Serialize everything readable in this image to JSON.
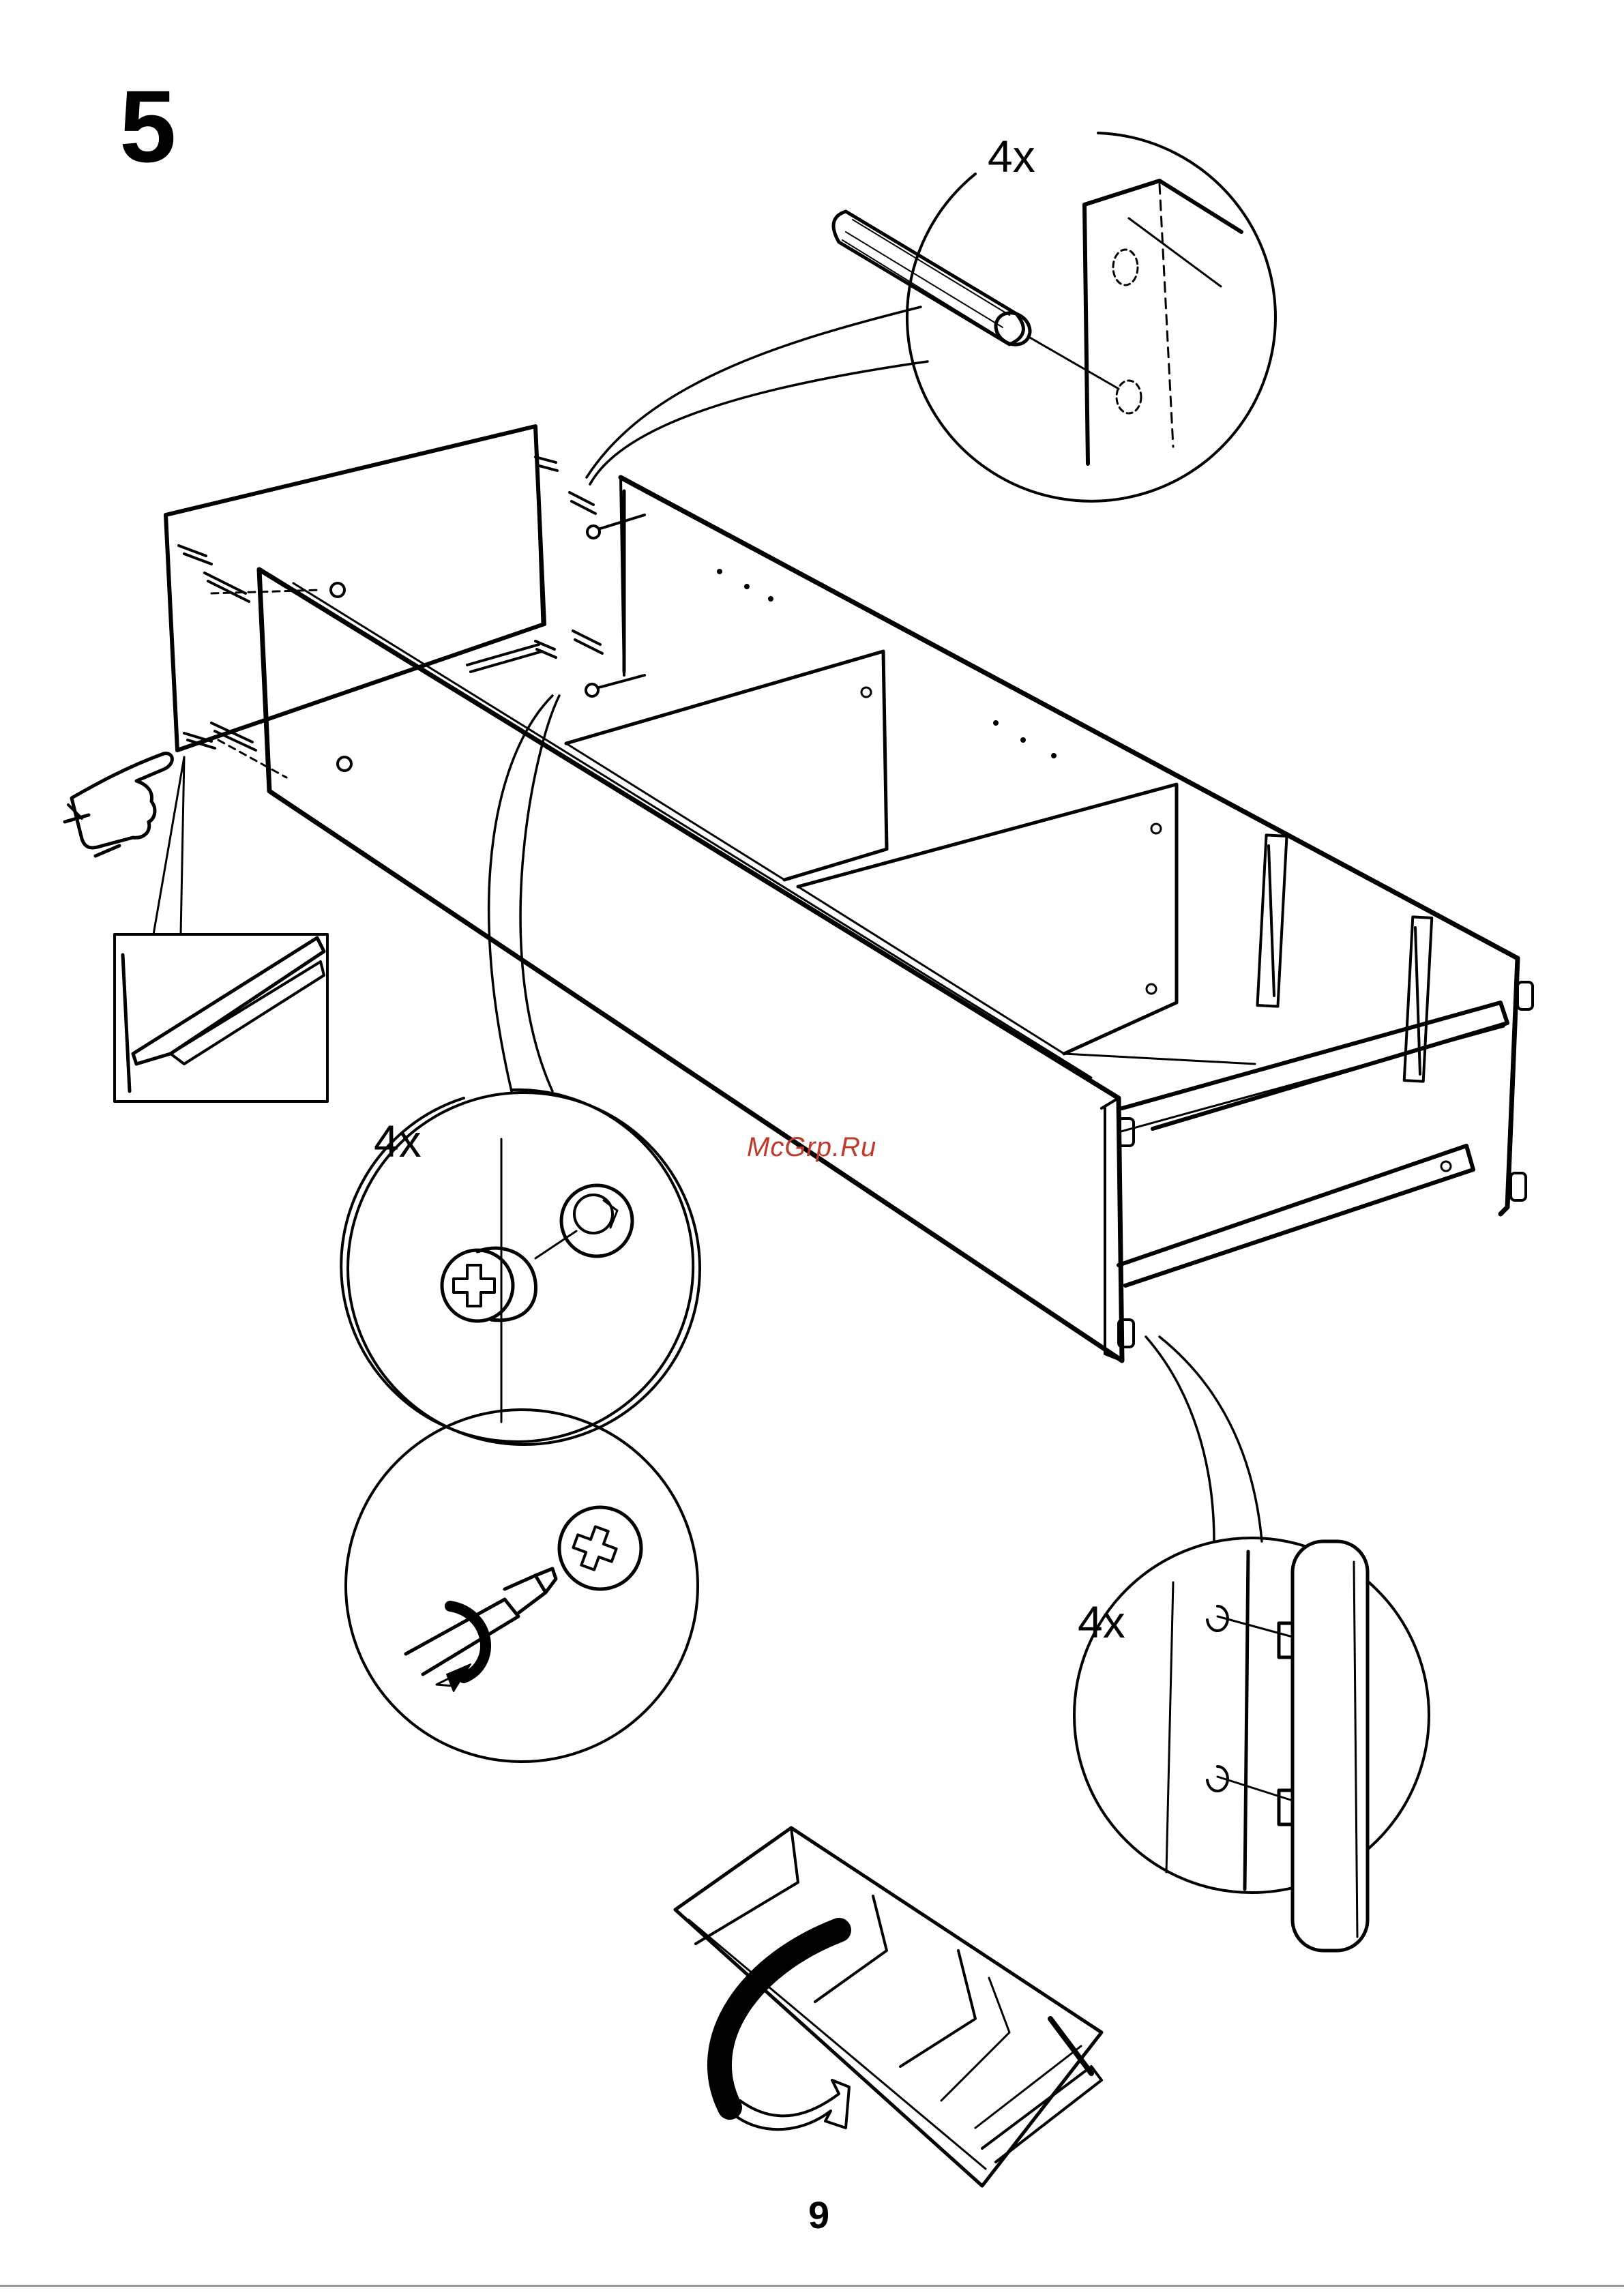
{
  "step": {
    "number": "5"
  },
  "callouts": {
    "dowel_quantity": "4x",
    "cam_lock_quantity": "4x",
    "peg_quantity": "4x"
  },
  "watermark": {
    "text": "McGrp.Ru"
  },
  "footer": {
    "page_number": "9"
  },
  "icons": [
    "pointing-hand-icon",
    "screwdriver-icon",
    "rotate-arrow-icon"
  ],
  "colors": {
    "line": "#000000",
    "background": "#ffffff",
    "watermark": "#c0392b"
  }
}
